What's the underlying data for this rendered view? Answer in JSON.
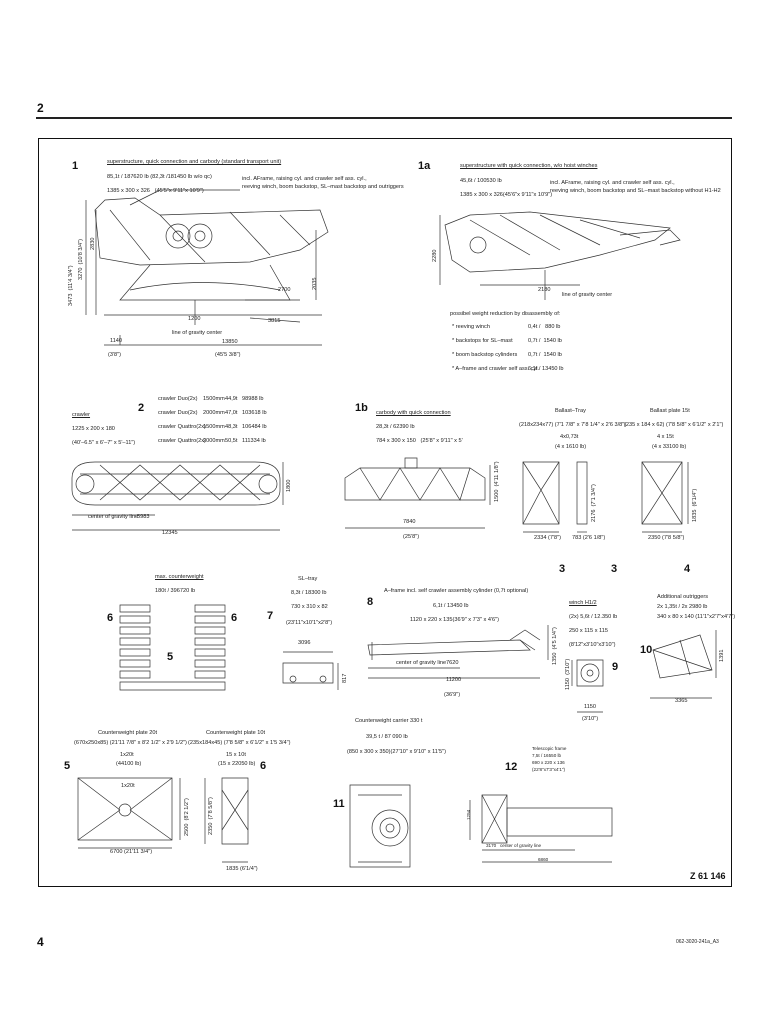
{
  "header": {
    "page_label": "2"
  },
  "footer": {
    "page_number": "4",
    "doc_code": "062-3020-241a_A3"
  },
  "drawing_id": "Z 61 146",
  "s1": {
    "num": "1",
    "title": "superstructure, quick connection and carbody (standard transport unit)",
    "w1": "85,1t / 187620 lb (82,3t /181450 lb w/o qc)",
    "w2": "1385 x 300 x 326   (45'5\"x 9'11\"x 10'9\")",
    "incl1": "incl. AFrame, raising cyl. and crawler self ass. cyl.,",
    "incl2": "reeving winch, boom backstop, SL–mast backstop and outriggers",
    "dim_h1": "3473  (11'4 3/4\")",
    "dim_h2": "3270  (10'8 3/4\")",
    "dim_2830": "2830",
    "dim_2035": "2035",
    "dim_2700": "2700",
    "dim_3815": "3815",
    "dim_1200": "1200",
    "cog": "line of gravity center",
    "dim_1140": "1140",
    "dim_13850": "13850",
    "imp_38": "(3'8\")",
    "imp_45": "(45'5 3/8\")"
  },
  "s1a": {
    "num": "1a",
    "title": "superstructure with quick connection, w/o hoist winches",
    "w1": "45,6t / 100530 lb",
    "w2": "1385 x 300 x 326(45'6\"x 9'11\"x 10'9\")",
    "incl1": "incl. AFrame, raising cyl. and crawler self ass. cyl.,",
    "incl2": "reeving winch, boom backstop and SL–mast backstop without H1-H2",
    "dim_2280": "2280",
    "dim_2180": "2180",
    "cog": "line of gravity center",
    "red_title": "possibel weight reduction by disassembly of:",
    "red": [
      {
        "item": "* reeving winch",
        "val": "0,4t /   880 lb"
      },
      {
        "item": "* backstops for SL–mast",
        "val": "0,7t /  1540 lb"
      },
      {
        "item": "* boom backstop cylinders",
        "val": "0,7t /  1540 lb"
      },
      {
        "item": "* A–frame and crawler self ass. cyl.",
        "val": "6,1t / 13450 lb"
      }
    ]
  },
  "s2": {
    "num": "2",
    "title": "crawler",
    "w2": "1225 x 200 x 180",
    "imp": "(40'–6.5\" x 6'–7\" x 5'–11\")",
    "rows": [
      {
        "name": "crawler Duo(2x)",
        "mm": "1500mm",
        "t": "44,9t",
        "lb": "98988 lb"
      },
      {
        "name": "crawler Duo(2x)",
        "mm": "2000mm",
        "t": "47,0t",
        "lb": "103618 lb"
      },
      {
        "name": "crawler Quattro(2x)",
        "mm": "1500mm",
        "t": "48,3t",
        "lb": "106484 lb"
      },
      {
        "name": "crawler Quattro(2x)",
        "mm": "2000mm",
        "t": "50,5t",
        "lb": "111334 lb"
      }
    ],
    "dim_1800": "1800",
    "cog": "center of gravity line",
    "dim_5983": "5983",
    "dim_12345": "12345"
  },
  "s1b": {
    "num": "1b",
    "title": "carbody with quick connection",
    "w1": "28,3t / 62390 lb",
    "w2": "784 x 300 x 150   (25'8\" x 9'11\" x 5'",
    "dim_1500": "1500  (4'11 1/8\")",
    "dim_7840": "7840",
    "imp": "(25'8\")"
  },
  "ballast_tray": {
    "title": "Ballast–Tray",
    "dims": "(218x234x77) (7'1 7/8\" x 7'8 1/4\" x 2'6 3/8\")",
    "w": "4x0,73t",
    "lb": "(4 x 1610 lb)",
    "dim_2176": "2176  (7'1 3/4\")",
    "dim_2334": "2334 (7'8\")",
    "dim_783": "783 (2'6 1/8\")",
    "num_a": "3",
    "num_b": "3"
  },
  "ballast_plate": {
    "title": "Ballast plate 15t",
    "dims": "(235 x 184 x 62) (7'8 5/8\" x 6'1/2\" x 2'1\")",
    "w": "4 x 15t",
    "lb": "(4 x 33100 lb)",
    "dim_1835": "1835  (6'1/4\")",
    "dim_2350": "2350 (7'8 5/8\")",
    "num": "4"
  },
  "counterweight": {
    "title": "max. counterweight",
    "w": "180t / 396720 lb",
    "num_l": "6",
    "num_r": "6",
    "num_c": "5"
  },
  "sl_tray": {
    "title": "SL–tray",
    "w": "8,3t / 18300 lb",
    "w2": "730 x 310 x 82",
    "imp": "(23'11\"x10'1\"x2'8\")",
    "num": "7",
    "dim_3096": "3096",
    "dim_817": "817"
  },
  "aframe": {
    "title": "A–frame incl. self crawler assembly cylinder (0,7t optional)",
    "num": "8",
    "w": "6,1t / 13450 lb",
    "w2": "1120 x 220 x 135(36'9\" x 7'3\" x 4'6\")",
    "cog": "center of gravity line",
    "dim_7620": "7620",
    "dim_11200": "11200",
    "imp": "(36'9\")",
    "dim_1350": "1350  (4'5 1/4\")"
  },
  "winch": {
    "title": "winch H1/2",
    "w": "(2x) 5,6t / 12.350 lb",
    "w2": "250 x 115 x 115",
    "imp": "(8'12\"x3'10\"x3'10\")",
    "num": "9",
    "dim_1150": "1150",
    "dim_1150b": "1150",
    "imp2": "(3'10\")",
    "side": "1150  (3'10\")"
  },
  "outriggers": {
    "title": "Additional outriggers",
    "w": "2x 1,35t / 2x 2980 lb",
    "w2": "340 x 80 x 140 (11'1\"x2'7\"x4'7\")",
    "num": "10",
    "dim_3365": "3365",
    "dim_1391": "1391"
  },
  "cw20": {
    "title": "Counterweight plate 20t",
    "dims": "(670x250x85) (21'11 7/8\" x 8'2 1/2\" x 2'9 1/2\")",
    "w": "1x20t",
    "lb": "(44100 lb)",
    "num": "5",
    "center": "1x20t",
    "dim_6700": "6700 (21'11 3/4\")",
    "dim_2500": "2500  (8'2 1/2\")"
  },
  "cw10": {
    "title": "Counterweight plate 10t",
    "dims": "(235x184x45) (7'8 5/8\" x 6'1/2\" x 1'5 3/4\")",
    "w": "15 x 10t",
    "lb": "(15 x 22050 lb)",
    "num": "6",
    "dim_1835": "1835 (6'1/4\")",
    "dim_2350": "2350  (7'8 5/8\")"
  },
  "cw_carrier": {
    "title": "Counterweight carrier 330 t",
    "w": "39,5 t / 87 090 lb",
    "w2": "(850 x 300 x 350)(27'10\" x 9'10\" x 11'5\")",
    "num": "11"
  },
  "tele": {
    "title": "Telescopic frame",
    "w": "7,5t / 16550 lb",
    "w2": "690 x 220 x 136",
    "imp": "(22'8\"x7'3\"x4'1\")",
    "num": "12",
    "cog": "center of gravity line",
    "dim_3170": "3170",
    "dim_6860": "6860",
    "dim_1254": "1254"
  }
}
